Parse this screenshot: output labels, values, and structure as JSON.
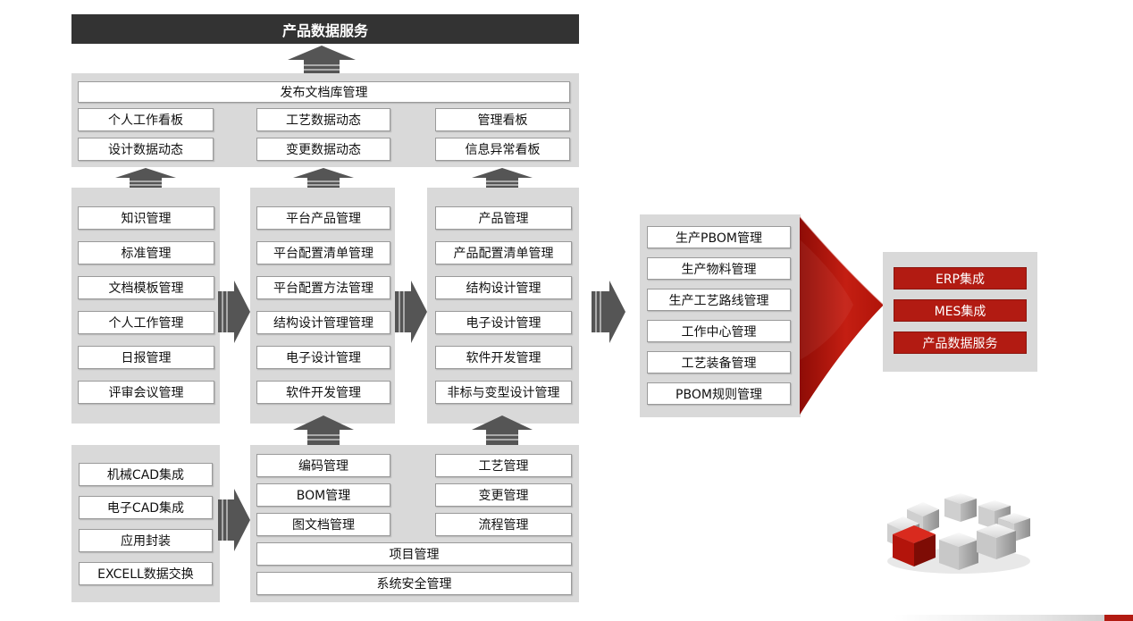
{
  "header": {
    "title": "产品数据服务"
  },
  "publish": {
    "main": "发布文档库管理",
    "items": [
      "个人工作看板",
      "工艺数据动态",
      "管理看板",
      "设计数据动态",
      "变更数据动态",
      "信息异常看板"
    ]
  },
  "col1": {
    "items": [
      "知识管理",
      "标准管理",
      "文档模板管理",
      "个人工作管理",
      "日报管理",
      "评审会议管理"
    ]
  },
  "col2": {
    "items": [
      "平台产品管理",
      "平台配置清单管理",
      "平台配置方法管理",
      "结构设计管理管理",
      "电子设计管理",
      "软件开发管理"
    ]
  },
  "col3": {
    "items": [
      "产品管理",
      "产品配置清单管理",
      "结构设计管理",
      "电子设计管理",
      "软件开发管理",
      "非标与变型设计管理"
    ]
  },
  "integration": {
    "items": [
      "机械CAD集成",
      "电子CAD集成",
      "应用封装",
      "EXCELL数据交换"
    ]
  },
  "base": {
    "items": [
      "编码管理",
      "工艺管理",
      "BOM管理",
      "变更管理",
      "图文档管理",
      "流程管理"
    ],
    "wide": [
      "项目管理",
      "系统安全管理"
    ]
  },
  "pbom": {
    "items": [
      "生产PBOM管理",
      "生产物料管理",
      "生产工艺路线管理",
      "工作中心管理",
      "工艺装备管理",
      "PBOM规则管理"
    ]
  },
  "output": {
    "items": [
      "ERP集成",
      "MES集成",
      "产品数据服务"
    ]
  },
  "colors": {
    "dark": "#333333",
    "panel": "#d9d9d9",
    "arrow": "#555555",
    "accent": "#b21b12"
  }
}
